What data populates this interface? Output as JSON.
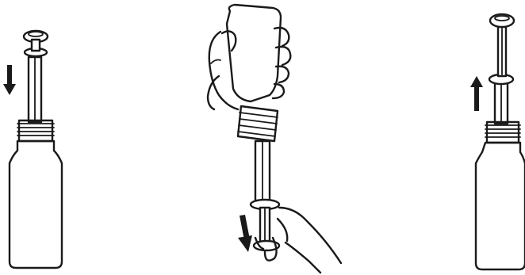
{
  "figure": {
    "background_color": "#ffffff",
    "ink_color": "#1a1a1a",
    "steps": [
      {
        "action": "push-plunger-down",
        "arrow": "down-arrow-icon"
      },
      {
        "action": "invert-bottle-and-withdraw",
        "arrow": "down-arrow-icon"
      },
      {
        "action": "pull-plunger-up",
        "arrow": "up-arrow-icon"
      }
    ]
  }
}
